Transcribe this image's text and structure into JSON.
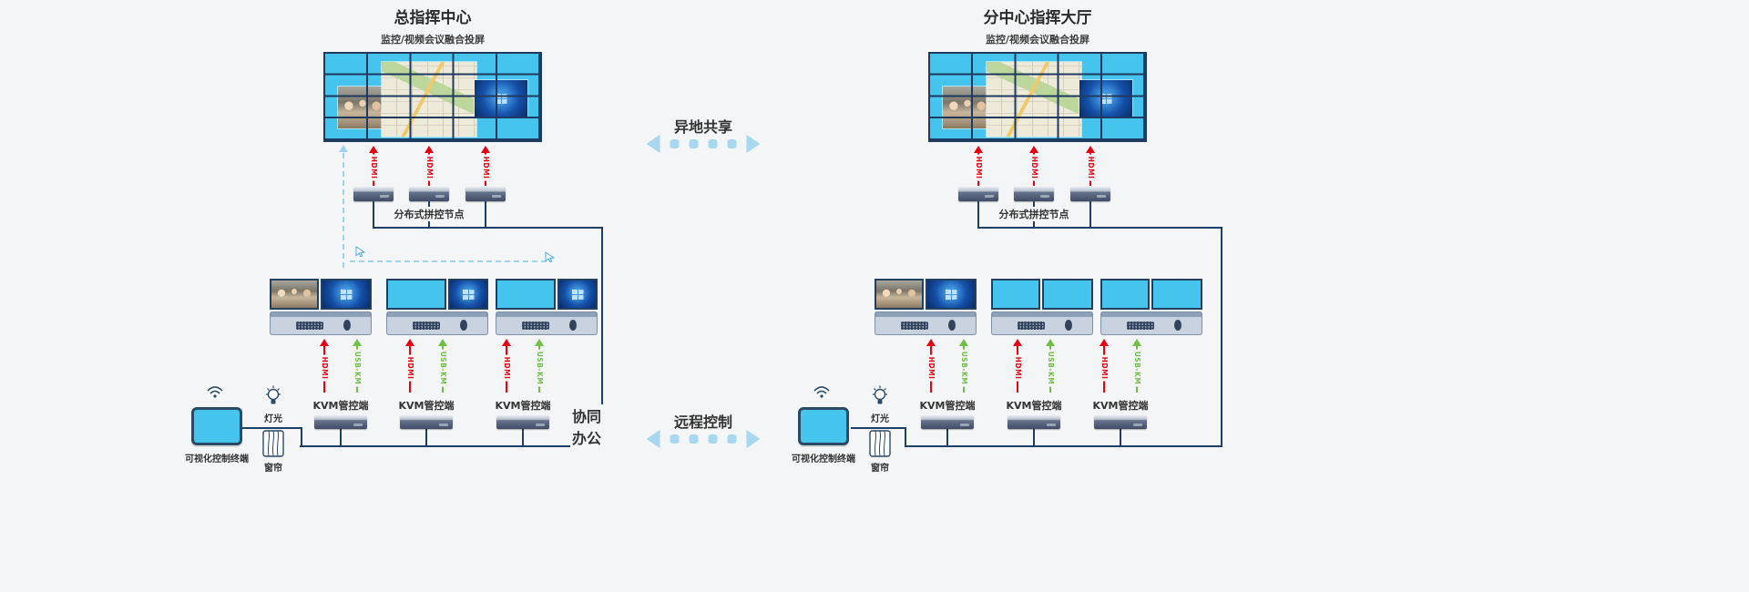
{
  "labels": {
    "hdmi": "HDMI",
    "usbkm": "USB-KM"
  },
  "center": {
    "share": "异地共享",
    "remote": "远程控制",
    "collab1": "协同",
    "collab2": "办公"
  },
  "left": {
    "title": "总指挥中心",
    "subtitle": "监控/视频会议融合投屏",
    "node": "分布式拼控节点",
    "kvm": [
      "KVM管控端",
      "KVM管控端",
      "KVM管控端"
    ],
    "terminal": "可视化控制终端",
    "light": "灯光",
    "curtain": "窗帘"
  },
  "right": {
    "title": "分中心指挥大厅",
    "subtitle": "监控/视频会议融合投屏",
    "node": "分布式拼控节点",
    "kvm": [
      "KVM管控端",
      "KVM管控端",
      "KVM管控端"
    ],
    "terminal": "可视化控制终端",
    "light": "灯光",
    "curtain": "窗帘"
  },
  "colors": {
    "wall_blue": "#45c4ed",
    "grid_navy": "#1e3a5f",
    "line_navy": "#1c3f63",
    "hdmi_red": "#e60012",
    "usb_green": "#6fbe45",
    "flow_blue": "#a8d8f0",
    "background": "#f4f5f6"
  }
}
